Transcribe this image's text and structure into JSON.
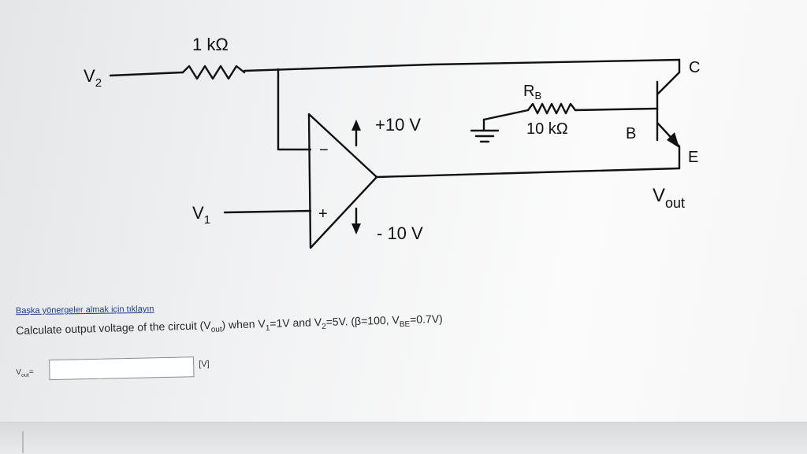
{
  "circuit": {
    "r1_label": "1 kΩ",
    "v2_main": "V",
    "v2_sub": "2",
    "v1_main": "V",
    "v1_sub": "1",
    "rb_main": "R",
    "rb_sub": "B",
    "rb_value": "10 kΩ",
    "supply_pos": "+10 V",
    "supply_neg": "- 10 V",
    "opamp_minus": "−",
    "opamp_plus": "+",
    "node_c": "C",
    "node_b": "B",
    "node_e": "E",
    "vout_main": "V",
    "vout_sub": "out"
  },
  "instructions_link": "Başka yönergeler almak için tıklayın",
  "question": {
    "t1": "Calculate output voltage of the circuit (V",
    "s1": "out",
    "t2": ") when V",
    "s2": "1",
    "t3": "=1V and V",
    "s3": "2",
    "t4": "=5V. (β=100, V",
    "s4": "BE",
    "t5": "=0.7V)"
  },
  "answer": {
    "label_main": "V",
    "label_sub": "out",
    "label_eq": "=",
    "value": "",
    "unit": "[V]"
  }
}
